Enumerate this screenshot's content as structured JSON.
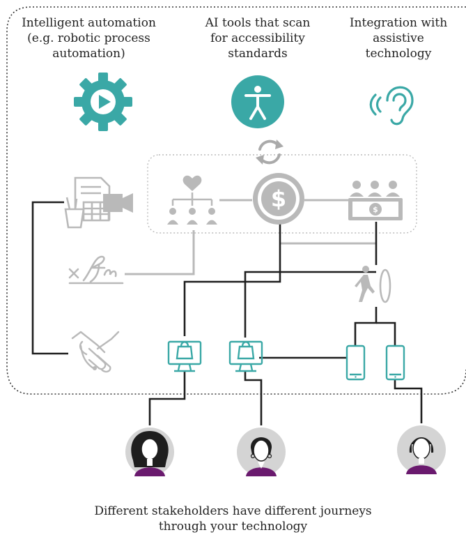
{
  "headings": [
    {
      "text": "Intelligent automation\n(e.g. robotic process\nautomation)"
    },
    {
      "text": "AI tools that scan\nfor accessibility\nstandards"
    },
    {
      "text": "Integration with\nassistive\ntechnology"
    }
  ],
  "caption": "Different stakeholders have different journeys\nthrough your technology",
  "colors": {
    "teal": "#3aa8a6",
    "grey": "#b9b9b9",
    "line": "#1e1e1e",
    "purple": "#6a1a6e",
    "dotted": "#333333"
  },
  "icons": [
    "gear-play-icon",
    "accessibility-person-icon",
    "ear-sound-icon",
    "refresh-icon",
    "document-video-icon",
    "org-chart-icon",
    "dollar-coin-icon",
    "money-audience-icon",
    "signature-icon",
    "walking-door-icon",
    "handshake-icon",
    "monitor-shopping-icon",
    "smartphone-icon",
    "stakeholder-avatar"
  ]
}
